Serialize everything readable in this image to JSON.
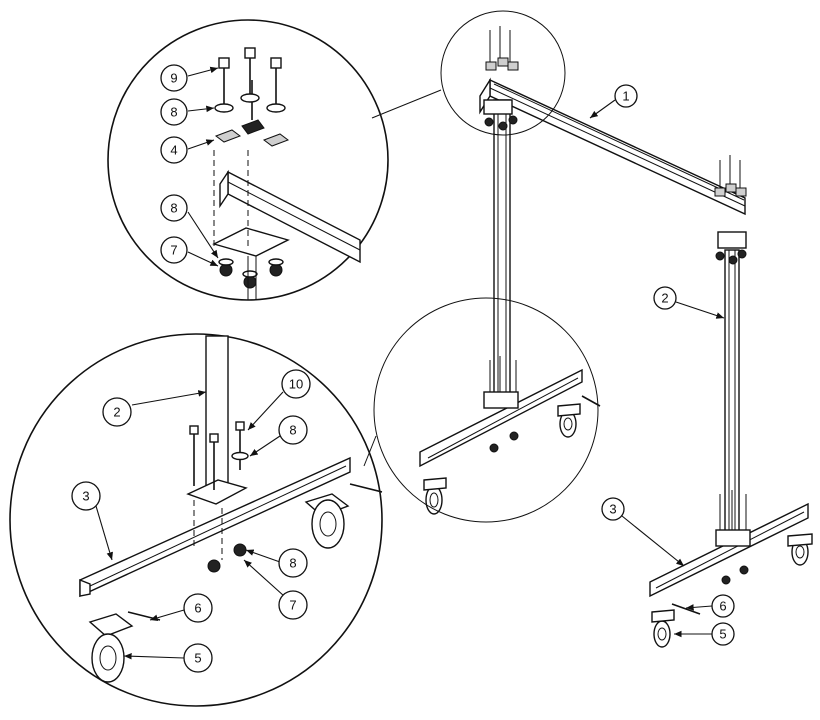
{
  "callouts": {
    "top_detail": [
      "9",
      "8",
      "4",
      "8",
      "7"
    ],
    "bottom_detail": [
      "10",
      "2",
      "8",
      "3",
      "8",
      "6",
      "7",
      "5"
    ],
    "main": [
      "1",
      "2",
      "3",
      "6",
      "5"
    ]
  }
}
